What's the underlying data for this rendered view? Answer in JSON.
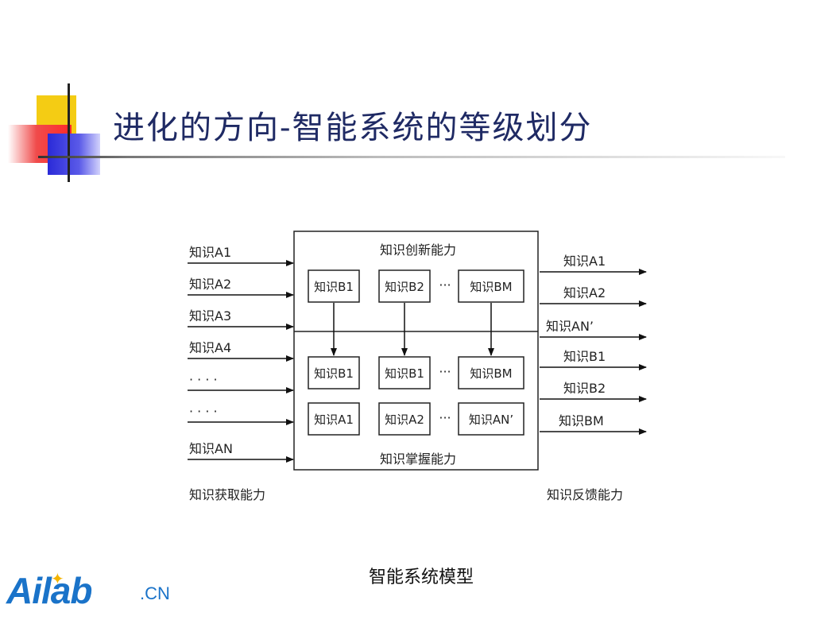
{
  "title": "进化的方向-智能系统的等级划分",
  "caption": "智能系统模型",
  "logo": {
    "main": "Ailab",
    "suffix": ".CN"
  },
  "colors": {
    "title": "#1f2a64",
    "logo": "#1a73c9",
    "yellow": "#f4cc14",
    "red": "#f04b4b",
    "blue": "#2a2ad8"
  },
  "diagram": {
    "top_label": "知识创新能力",
    "bottom_label": "知识掌握能力",
    "left_caption": "知识获取能力",
    "right_caption": "知识反馈能力",
    "inputs": [
      "知识A1",
      "知识A2",
      "知识A3",
      "知识A4",
      "· · · ·",
      "· · · ·",
      "知识AN"
    ],
    "outputs": [
      "知识A1",
      "知识A2",
      "知识AN’",
      "知识B1",
      "知识B2",
      "知识BM"
    ],
    "ellipsis": "···",
    "top_row": [
      "知识B1",
      "知识B2",
      "知识BM"
    ],
    "middle_row": [
      "知识B1",
      "知识B1",
      "知识BM"
    ],
    "bottom_row": [
      "知识A1",
      "知识A2",
      "知识AN’"
    ]
  }
}
